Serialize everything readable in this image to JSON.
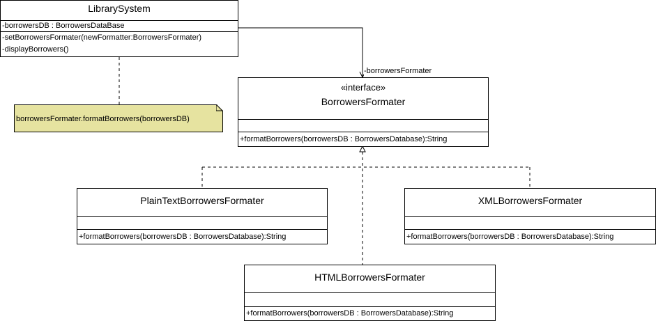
{
  "library_system": {
    "name": "LibrarySystem",
    "attributes": [
      "-borrowersDB : BorrowersDataBase"
    ],
    "operations": [
      "-setBorrowersFormater(newFormatter:BorrowersFormater)",
      "-displayBorrowers()"
    ]
  },
  "note": {
    "text": "borrowersFormater.formatBorrowers(borrowersDB)"
  },
  "association": {
    "role": "-borrowersFormater"
  },
  "interface": {
    "stereotype": "«interface»",
    "name": "BorrowersFormater",
    "operations": [
      "+formatBorrowers(borrowersDB : BorrowersDatabase):String"
    ]
  },
  "plain_text_formatter": {
    "name": "PlainTextBorrowersFormater",
    "operations": [
      "+formatBorrowers(borrowersDB : BorrowersDatabase):String"
    ]
  },
  "xml_formatter": {
    "name": "XMLBorrowersFormater",
    "operations": [
      "+formatBorrowers(borrowersDB : BorrowersDatabase):String"
    ]
  },
  "html_formatter": {
    "name": "HTMLBorrowersFormater",
    "operations": [
      "+formatBorrowers(borrowersDB : BorrowersDatabase):String"
    ]
  },
  "colors": {
    "note_fill": "#e6e3a0",
    "line": "#000000",
    "background": "#ffffff"
  }
}
